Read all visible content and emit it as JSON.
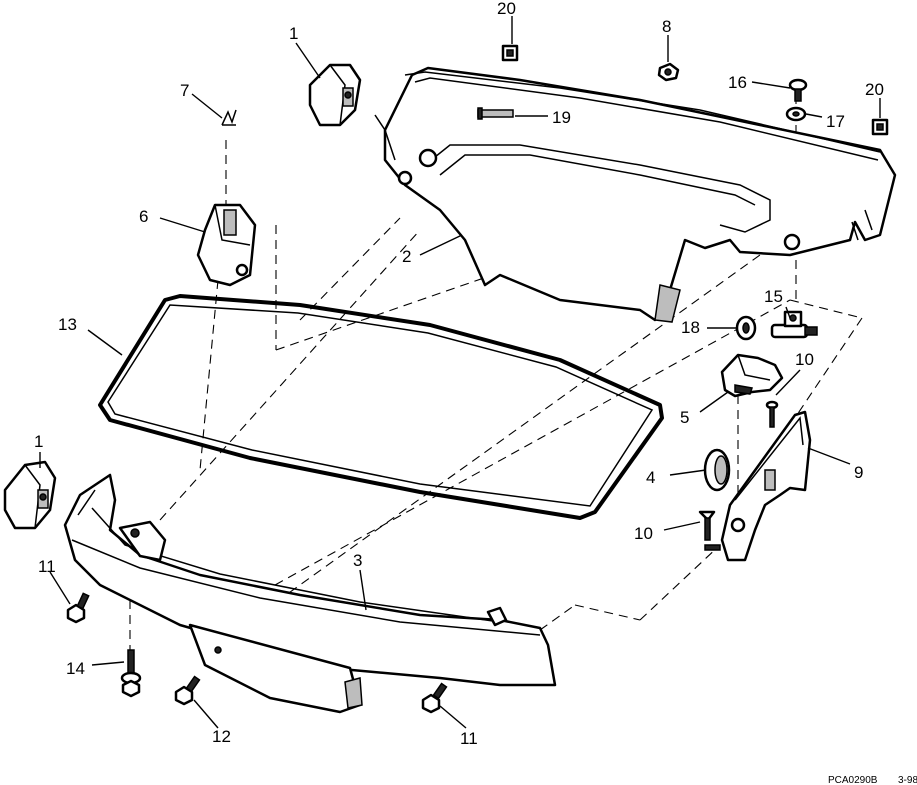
{
  "callouts": {
    "c1a": "1",
    "c1b": "1",
    "c2": "2",
    "c3": "3",
    "c4": "4",
    "c5": "5",
    "c6": "6",
    "c7": "7",
    "c8": "8",
    "c9": "9",
    "c10a": "10",
    "c10b": "10",
    "c11a": "11",
    "c11b": "11",
    "c12": "12",
    "c13": "13",
    "c14": "14",
    "c15": "15",
    "c16": "16",
    "c17": "17",
    "c18": "18",
    "c19": "19",
    "c20a": "20",
    "c20b": "20"
  },
  "footer": {
    "code": "PCA0290B",
    "date": "3-98"
  }
}
